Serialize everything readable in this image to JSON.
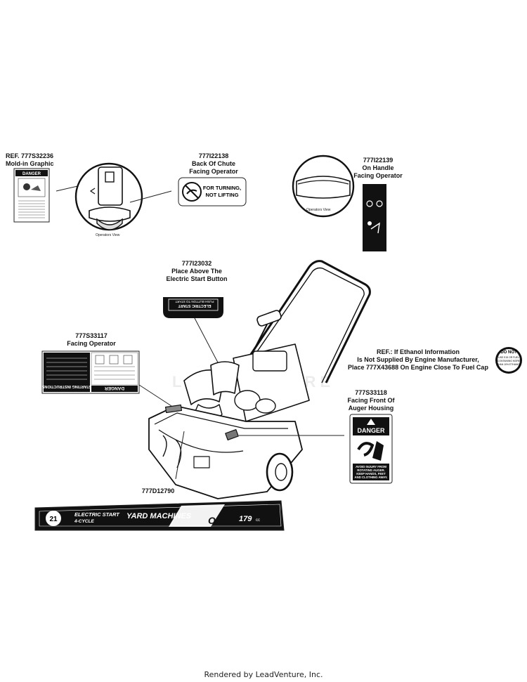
{
  "labels": {
    "ref_777s32236": {
      "line1": "REF. 777S32236",
      "line2": "Mold-in Graphic"
    },
    "p777i22138": {
      "line1": "777I22138",
      "line2": "Back Of Chute",
      "line3": "Facing Operator"
    },
    "p777i22139": {
      "line1": "777I22139",
      "line2": "On Handle",
      "line3": "Facing Operator"
    },
    "p777i23032": {
      "line1": "777I23032",
      "line2": "Place Above The",
      "line3": "Electric Start Button"
    },
    "p777s33117": {
      "line1": "777S33117",
      "line2": "Facing Operator"
    },
    "ethanol_ref": {
      "line1": "REF.:  If Ethanol Information",
      "line2": "Is Not Supplied By Engine Manufacturer,",
      "line3": "Place 777X43688 On Engine Close To Fuel Cap"
    },
    "p777s33118": {
      "line1": "777S33118",
      "line2": "Facing Front Of",
      "line3": "Auger Housing"
    },
    "p777d12790": {
      "line1": "777D12790"
    }
  },
  "views": {
    "operators_view_1": "Operators View",
    "operators_view_2": "Operators View"
  },
  "decals": {
    "chute_decal_text": {
      "line1": "FOR TURNING,",
      "line2": "NOT LIFTING"
    },
    "danger_small": "DANGER",
    "electric_start_decal": {
      "line1": "ELECTRIC START",
      "line2": "PUSH BUTTON TO START"
    },
    "starting_instructions_decal": {
      "danger": "DANGER",
      "title": "STARTING INSTRUCTIONS"
    },
    "ethanol_badge": {
      "line1": "DO NOT",
      "line2": "USE E15 OR FUEL",
      "line3": "CONTAINING MORE",
      "line4": "THAN 10% ETHANOL"
    },
    "auger_danger_decal": {
      "title": "DANGER",
      "line1": "AVOID INJURY FROM",
      "line2": "ROTATING AUGER.",
      "line3": "KEEP HANDS, FEET",
      "line4": "AND CLOTHING AWAY."
    },
    "stripe_decal": {
      "badge": "21",
      "line1": "ELECTRIC START",
      "line2": "4-CYCLE",
      "brand": "YARD MACHINES",
      "model": "OHV",
      "cc": "179",
      "cc_unit": "cc"
    }
  },
  "watermark": "LEADVENTURE",
  "footer": "Rendered by LeadVenture, Inc."
}
